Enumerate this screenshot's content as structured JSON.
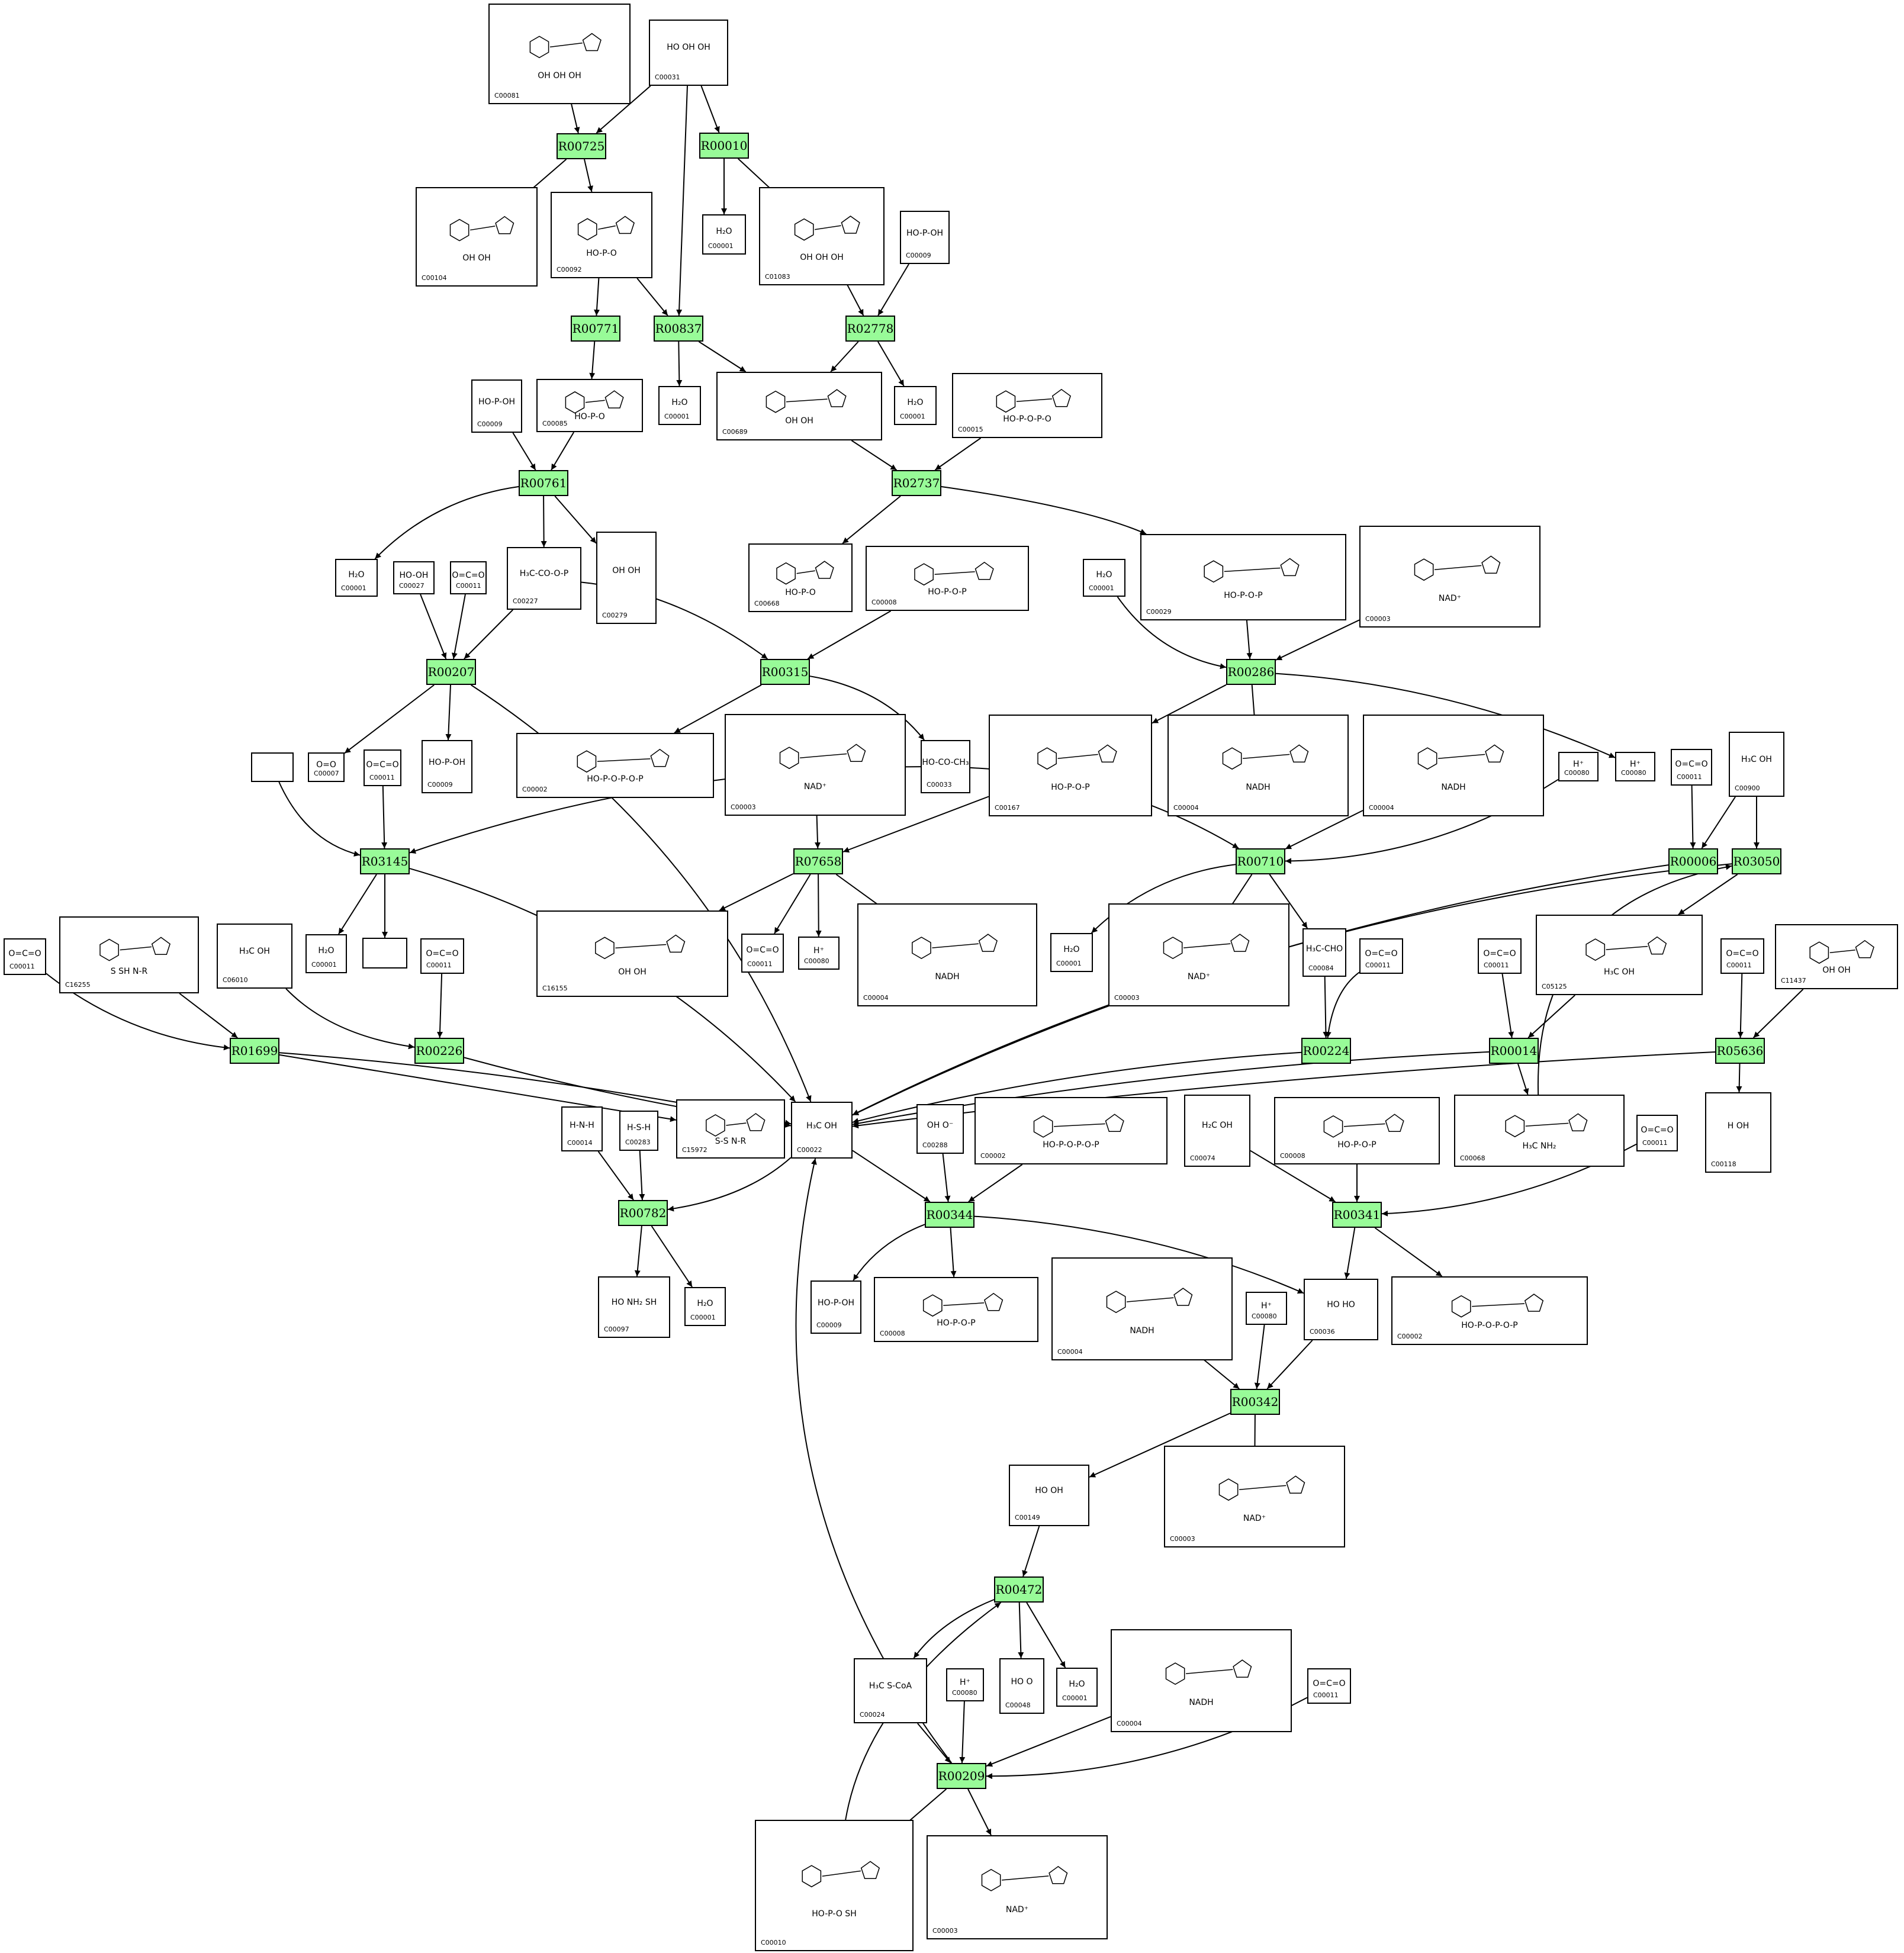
{
  "reactions": [
    "R00725",
    "R00010",
    "R00771",
    "R00837",
    "R02778",
    "R00761",
    "R02737",
    "R00207",
    "R00315",
    "R00286",
    "R03145",
    "R07658",
    "R00710",
    "R00006",
    "R03050",
    "R01699",
    "R00226",
    "R00224",
    "R00014",
    "R05636",
    "R00782",
    "R00344",
    "R00341",
    "R00342",
    "R00472",
    "R00209"
  ],
  "compounds": {
    "c_C00081": {
      "id": "C00081",
      "formula": "OH OH OH"
    },
    "c_C00031": {
      "id": "C00031",
      "formula": "HO OH OH"
    },
    "c_C00104": {
      "id": "C00104",
      "formula": "OH OH"
    },
    "c_C00092": {
      "id": "C00092",
      "formula": "HO-P-O"
    },
    "c_C00001a": {
      "id": "C00001",
      "formula": "H₂O"
    },
    "c_C01083": {
      "id": "C01083",
      "formula": "OH OH OH"
    },
    "c_C00009a": {
      "id": "C00009",
      "formula": "HO-P-OH"
    },
    "c_C00009b": {
      "id": "C00009",
      "formula": "HO-P-OH"
    },
    "c_C00085": {
      "id": "C00085",
      "formula": "HO-P-O"
    },
    "c_C00001b": {
      "id": "C00001",
      "formula": "H₂O"
    },
    "c_C00689": {
      "id": "C00689",
      "formula": "OH OH"
    },
    "c_C00001c": {
      "id": "C00001",
      "formula": "H₂O"
    },
    "c_C00015": {
      "id": "C00015",
      "formula": "HO-P-O-P-O"
    },
    "c_C00001d": {
      "id": "C00001",
      "formula": "H₂O"
    },
    "c_C00027": {
      "id": "C00027",
      "formula": "HO-OH"
    },
    "c_C00011a": {
      "id": "C00011",
      "formula": "O=C=O"
    },
    "c_C00227": {
      "id": "C00227",
      "formula": "H₃C-CO-O-P"
    },
    "c_C00279": {
      "id": "C00279",
      "formula": "OH OH"
    },
    "c_C00668": {
      "id": "C00668",
      "formula": "HO-P-O"
    },
    "c_C00008a": {
      "id": "C00008",
      "formula": "HO-P-O-P"
    },
    "c_C00001e": {
      "id": "C00001",
      "formula": "H₂O"
    },
    "c_C00029": {
      "id": "C00029",
      "formula": "HO-P-O-P"
    },
    "c_C00003a": {
      "id": "C00003",
      "formula": "NAD⁺"
    },
    "c_blank1": {
      "id": "",
      "formula": ""
    },
    "c_C00007": {
      "id": "C00007",
      "formula": "O=O"
    },
    "c_C00011b": {
      "id": "C00011",
      "formula": "O=C=O"
    },
    "c_C00009c": {
      "id": "C00009",
      "formula": "HO-P-OH"
    },
    "c_C00002a": {
      "id": "C00002",
      "formula": "HO-P-O-P-O-P"
    },
    "c_C00003b": {
      "id": "C00003",
      "formula": "NAD⁺"
    },
    "c_C00033": {
      "id": "C00033",
      "formula": "HO-CO-CH₃"
    },
    "c_C00167": {
      "id": "C00167",
      "formula": "HO-P-O-P"
    },
    "c_C00004a": {
      "id": "C00004",
      "formula": "NADH"
    },
    "c_C00004b": {
      "id": "C00004",
      "formula": "NADH"
    },
    "c_C00080a": {
      "id": "C00080",
      "formula": "H⁺"
    },
    "c_C00080b": {
      "id": "C00080",
      "formula": "H⁺"
    },
    "c_C00011c": {
      "id": "C00011",
      "formula": "O=C=O"
    },
    "c_C00900": {
      "id": "C00900",
      "formula": "H₃C OH"
    },
    "c_C00011d": {
      "id": "C00011",
      "formula": "O=C=O"
    },
    "c_C16255": {
      "id": "C16255",
      "formula": "S SH N-R"
    },
    "c_C06010": {
      "id": "C06010",
      "formula": "H₃C OH"
    },
    "c_C00001f": {
      "id": "C00001",
      "formula": "H₂O"
    },
    "c_blank2": {
      "id": "",
      "formula": ""
    },
    "c_C00011e": {
      "id": "C00011",
      "formula": "O=C=O"
    },
    "c_C16155": {
      "id": "C16155",
      "formula": "OH OH"
    },
    "c_C00011f": {
      "id": "C00011",
      "formula": "O=C=O"
    },
    "c_C00080c": {
      "id": "C00080",
      "formula": "H⁺"
    },
    "c_C00004c": {
      "id": "C00004",
      "formula": "NADH"
    },
    "c_C00001g": {
      "id": "C00001",
      "formula": "H₂O"
    },
    "c_C00003c": {
      "id": "C00003",
      "formula": "NAD⁺"
    },
    "c_C00084": {
      "id": "C00084",
      "formula": "H₃C-CHO"
    },
    "c_C00011g": {
      "id": "C00011",
      "formula": "O=C=O"
    },
    "c_C00011h": {
      "id": "C00011",
      "formula": "O=C=O"
    },
    "c_C05125": {
      "id": "C05125",
      "formula": "H₃C OH"
    },
    "c_C00011i": {
      "id": "C00011",
      "formula": "O=C=O"
    },
    "c_C11437": {
      "id": "C11437",
      "formula": "OH OH"
    },
    "c_C15972": {
      "id": "C15972",
      "formula": "S-S N-R"
    },
    "c_C00014": {
      "id": "C00014",
      "formula": "H-N-H"
    },
    "c_C00283": {
      "id": "C00283",
      "formula": "H-S-H"
    },
    "c_C00022": {
      "id": "C00022",
      "formula": "H₃C OH"
    },
    "c_C00288": {
      "id": "C00288",
      "formula": "OH O⁻"
    },
    "c_C00002b": {
      "id": "C00002",
      "formula": "HO-P-O-P-O-P"
    },
    "c_C00074": {
      "id": "C00074",
      "formula": "H₂C OH"
    },
    "c_C00008b": {
      "id": "C00008",
      "formula": "HO-P-O-P"
    },
    "c_C00068": {
      "id": "C00068",
      "formula": "H₃C NH₂"
    },
    "c_C00011j": {
      "id": "C00011",
      "formula": "O=C=O"
    },
    "c_C00118": {
      "id": "C00118",
      "formula": "H OH"
    },
    "c_C00097": {
      "id": "C00097",
      "formula": "HO NH₂ SH"
    },
    "c_C00001h": {
      "id": "C00001",
      "formula": "H₂O"
    },
    "c_C00009d": {
      "id": "C00009",
      "formula": "HO-P-OH"
    },
    "c_C00008c": {
      "id": "C00008",
      "formula": "HO-P-O-P"
    },
    "c_C00004d": {
      "id": "C00004",
      "formula": "NADH"
    },
    "c_C00080d": {
      "id": "C00080",
      "formula": "H⁺"
    },
    "c_C00036": {
      "id": "C00036",
      "formula": "HO HO"
    },
    "c_C00002c": {
      "id": "C00002",
      "formula": "HO-P-O-P-O-P"
    },
    "c_C00149": {
      "id": "C00149",
      "formula": "HO OH"
    },
    "c_C00003d": {
      "id": "C00003",
      "formula": "NAD⁺"
    },
    "c_C00024": {
      "id": "C00024",
      "formula": "H₃C S-CoA"
    },
    "c_C00080e": {
      "id": "C00080",
      "formula": "H⁺"
    },
    "c_C00048": {
      "id": "C00048",
      "formula": "HO O"
    },
    "c_C00001i": {
      "id": "C00001",
      "formula": "H₂O"
    },
    "c_C00004e": {
      "id": "C00004",
      "formula": "NADH"
    },
    "c_C00011k": {
      "id": "C00011",
      "formula": "O=C=O"
    },
    "c_C00010": {
      "id": "C00010",
      "formula": "HO-P-O SH"
    },
    "c_C00003e": {
      "id": "C00003",
      "formula": "NAD⁺"
    }
  }
}
